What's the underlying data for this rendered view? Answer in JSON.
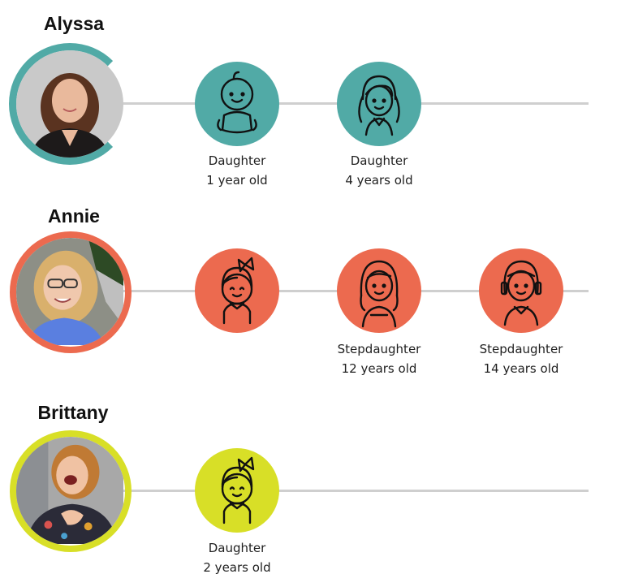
{
  "colors": {
    "alyssa": "#51aaa6",
    "annie": "#ec6a4f",
    "brittany": "#d8df27",
    "line": "#cfcfcf"
  },
  "parents": [
    {
      "name": "Alyssa",
      "children": [
        {
          "icon": "baby-icon",
          "relation": "Daughter",
          "age": "1 year old"
        },
        {
          "icon": "girl-pigtails-icon",
          "relation": "Daughter",
          "age": "4 years old"
        }
      ]
    },
    {
      "name": "Annie",
      "children": [
        {
          "icon": "toddler-girl-bow-icon",
          "relation": "",
          "age": ""
        },
        {
          "icon": "teen-girl-icon",
          "relation": "Stepdaughter",
          "age": "12 years old"
        },
        {
          "icon": "teen-girl-short-hair-icon",
          "relation": "Stepdaughter",
          "age": "14 years old"
        }
      ]
    },
    {
      "name": "Brittany",
      "children": [
        {
          "icon": "toddler-girl-bow-icon",
          "relation": "Daughter",
          "age": "2 years old"
        }
      ]
    }
  ]
}
